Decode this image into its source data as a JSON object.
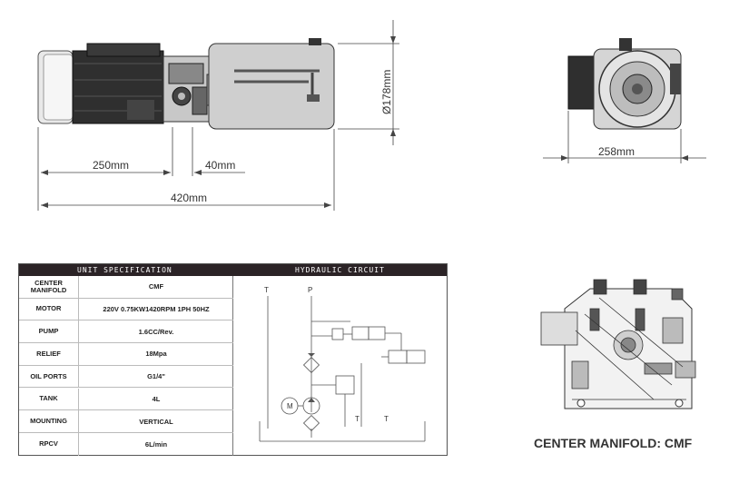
{
  "dimensions": {
    "motor_length": "250mm",
    "manifold_length": "40mm",
    "overall_length": "420mm",
    "tank_diameter": "Ø178mm",
    "width": "258mm"
  },
  "spec_table": {
    "heading_left": "UNIT SPECIFICATION",
    "heading_right": "HYDRAULIC CIRCUIT",
    "rows": [
      {
        "label": "CENTER MANIFOLD",
        "value": "CMF"
      },
      {
        "label": "MOTOR",
        "value": "220V 0.75KW1420RPM 1PH 50HZ"
      },
      {
        "label": "PUMP",
        "value": "1.6CC/Rev."
      },
      {
        "label": "RELIEF",
        "value": "18Mpa"
      },
      {
        "label": "OIL PORTS",
        "value": "G1/4\""
      },
      {
        "label": "TANK",
        "value": "4L"
      },
      {
        "label": "MOUNTING",
        "value": "VERTICAL"
      },
      {
        "label": "RPCV",
        "value": "6L/min"
      }
    ]
  },
  "circuit": {
    "port_t": "T",
    "port_p": "P",
    "motor_symbol": "M",
    "return_t1": "T",
    "return_t2": "T"
  },
  "caption": "CENTER MANIFOLD: CMF"
}
